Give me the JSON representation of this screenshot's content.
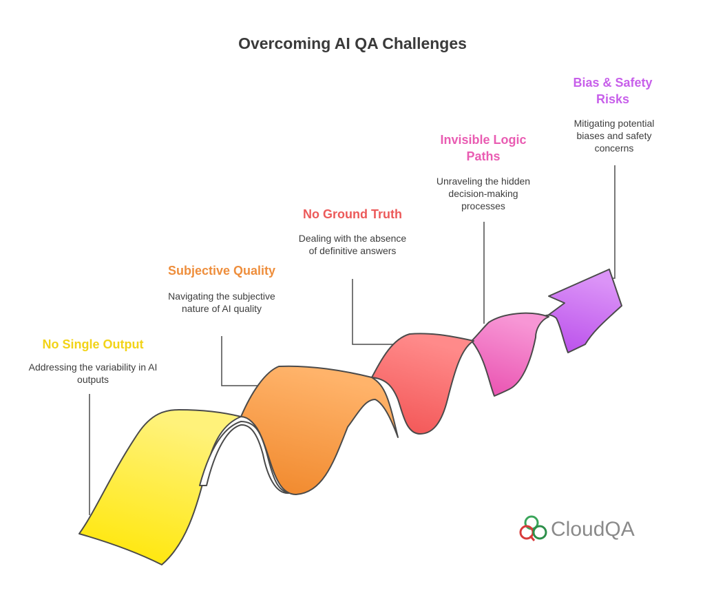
{
  "title": "Overcoming AI QA Challenges",
  "steps": [
    {
      "heading": "No Single Output",
      "description": "Addressing the variability in AI outputs",
      "color": "#F5D327"
    },
    {
      "heading": "Subjective Quality",
      "description": "Navigating the subjective nature of AI quality",
      "color": "#EE8E3C"
    },
    {
      "heading": "No Ground Truth",
      "description": "Dealing with the absence of definitive answers",
      "color": "#EC5A5A"
    },
    {
      "heading": "Invisible Logic Paths",
      "description": "Unraveling the hidden decision-making processes",
      "color": "#E95CB2"
    },
    {
      "heading": "Bias & Safety Risks",
      "description": "Mitigating potential biases and safety concerns",
      "color": "#C75FEA"
    }
  ],
  "logo": {
    "text": "CloudQA"
  }
}
